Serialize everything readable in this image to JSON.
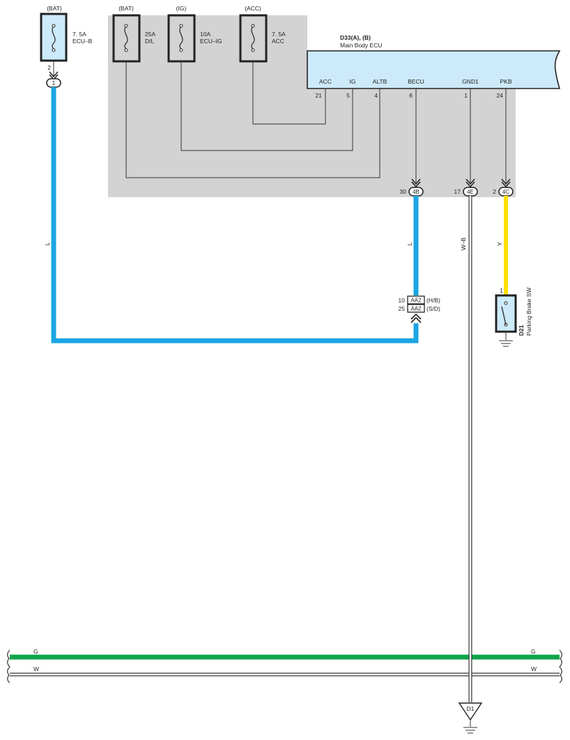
{
  "fuses": [
    {
      "source": "(BAT)",
      "rating": "7. 5A",
      "name": "ECU–B"
    },
    {
      "source": "(BAT)",
      "rating": "25A",
      "name": "D/L"
    },
    {
      "source": "(IG)",
      "rating": "10A",
      "name": "ECU–IG"
    },
    {
      "source": "(ACC)",
      "rating": "7. 5A",
      "name": "ACC"
    }
  ],
  "fuse_pin": "2",
  "fuse_connector": "1",
  "ecu": {
    "title": "D33(A), (B)",
    "subtitle": "Main Body ECU",
    "terminals": [
      {
        "label": "ACC",
        "pin": "21"
      },
      {
        "label": "IG",
        "pin": "5"
      },
      {
        "label": "ALTB",
        "pin": "4"
      },
      {
        "label": "BECU",
        "pin": "6"
      },
      {
        "label": "GND1",
        "pin": "1"
      },
      {
        "label": "PKB",
        "pin": "24"
      }
    ]
  },
  "connectors": [
    {
      "pin": "30",
      "id": "4B"
    },
    {
      "pin": "17",
      "id": "4E"
    },
    {
      "pin": "2",
      "id": "4C"
    }
  ],
  "wire_labels": {
    "left_wire": "L",
    "becu_wire": "L",
    "gnd_wire": "W–B",
    "pkb_wire": "Y"
  },
  "junction": [
    {
      "pin": "10",
      "id": "AA2",
      "location": "(H/B)"
    },
    {
      "pin": "25",
      "id": "AA2",
      "location": "(S/D)"
    }
  ],
  "parking_switch": {
    "pin": "1",
    "code": "D21",
    "name": "Parking Brake SW"
  },
  "bus_labels": {
    "green": "G",
    "white": "W"
  },
  "ground_point": "D1",
  "colors": {
    "blue_wire": "#1aa6e2",
    "yellow_wire": "#ffe000",
    "green_wire": "#10a54a",
    "ecu_fill": "#cdeafa",
    "shade": "#d3d3d3",
    "line": "#333333"
  }
}
